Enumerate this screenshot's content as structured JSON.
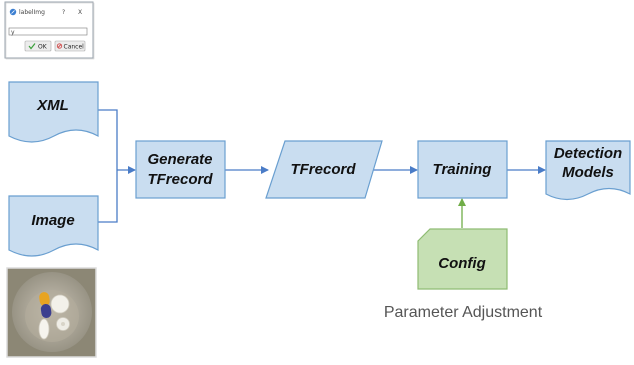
{
  "dialog": {
    "title": "labelImg",
    "help_glyph": "?",
    "close_glyph": "X",
    "input_value": "y",
    "ok_label": "OK",
    "cancel_label": "Cancel",
    "ok_icon": "check-icon",
    "cancel_icon": "cancel-icon",
    "title_icon": "app-logo-icon"
  },
  "nodes": {
    "xml": "XML",
    "image": "Image",
    "generate_line1": "Generate",
    "generate_line2": "TFrecord",
    "tfrecord": "TFrecord",
    "training": "Training",
    "detection_line1": "Detection",
    "detection_line2": "Models",
    "config": "Config"
  },
  "caption": "Parameter Adjustment",
  "photo": {
    "subject": "pills-on-tray-photo"
  },
  "colors": {
    "node_fill": "#c9ddf0",
    "node_stroke": "#6a9fd0",
    "config_fill": "#c6e0b4",
    "config_stroke": "#8fbc73",
    "arrow": "#4a7cc7",
    "config_arrow": "#70ad47"
  }
}
